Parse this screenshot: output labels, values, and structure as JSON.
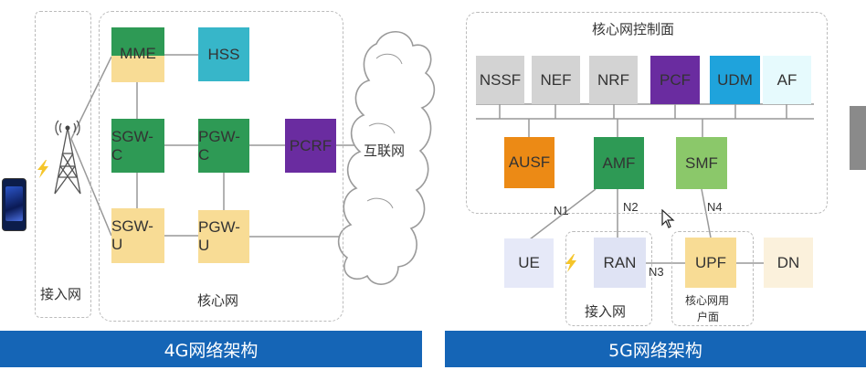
{
  "diagram_4g": {
    "access_network_label": "接入网",
    "core_network_label": "核心网",
    "internet_label": "互联网",
    "nodes": {
      "mme": "MME",
      "hss": "HSS",
      "sgw_c": "SGW-C",
      "pgw_c": "PGW-C",
      "pcrf": "PCRF",
      "sgw_u": "SGW-U",
      "pgw_u": "PGW-U"
    },
    "banner": "4G网络架构"
  },
  "diagram_5g": {
    "control_plane_label": "核心网控制面",
    "nodes": {
      "nssf": "NSSF",
      "nef": "NEF",
      "nrf": "NRF",
      "pcf": "PCF",
      "udm": "UDM",
      "af": "AF",
      "ausf": "AUSF",
      "amf": "AMF",
      "smf": "SMF",
      "ue": "UE",
      "ran": "RAN",
      "upf": "UPF",
      "dn": "DN"
    },
    "links": {
      "n1": "N1",
      "n2": "N2",
      "n3": "N3",
      "n4": "N4"
    },
    "access_network_label": "接入网",
    "user_plane_label_line1": "核心网用",
    "user_plane_label_line2": "户面",
    "banner": "5G网络架构"
  },
  "colors": {
    "mme": "#2e9a55",
    "hss": "#37b6c9",
    "sgw": "#2e9a55",
    "pgw_c": "#2e9a55",
    "pcrf": "#6a2ca0",
    "user_plane": "#f8dc95",
    "gray_nf": "#d3d3d3",
    "pcf": "#6a2ca0",
    "udm": "#1fa3dc",
    "af": "#e6fafd",
    "ausf": "#ec8a15",
    "amf": "#2e9a55",
    "smf": "#8bc86a",
    "ue": "#e6e9f8",
    "ran": "#dfe3f4",
    "upf": "#f8dc95",
    "dn": "#fbf1dc",
    "banner": "#1565b6"
  }
}
